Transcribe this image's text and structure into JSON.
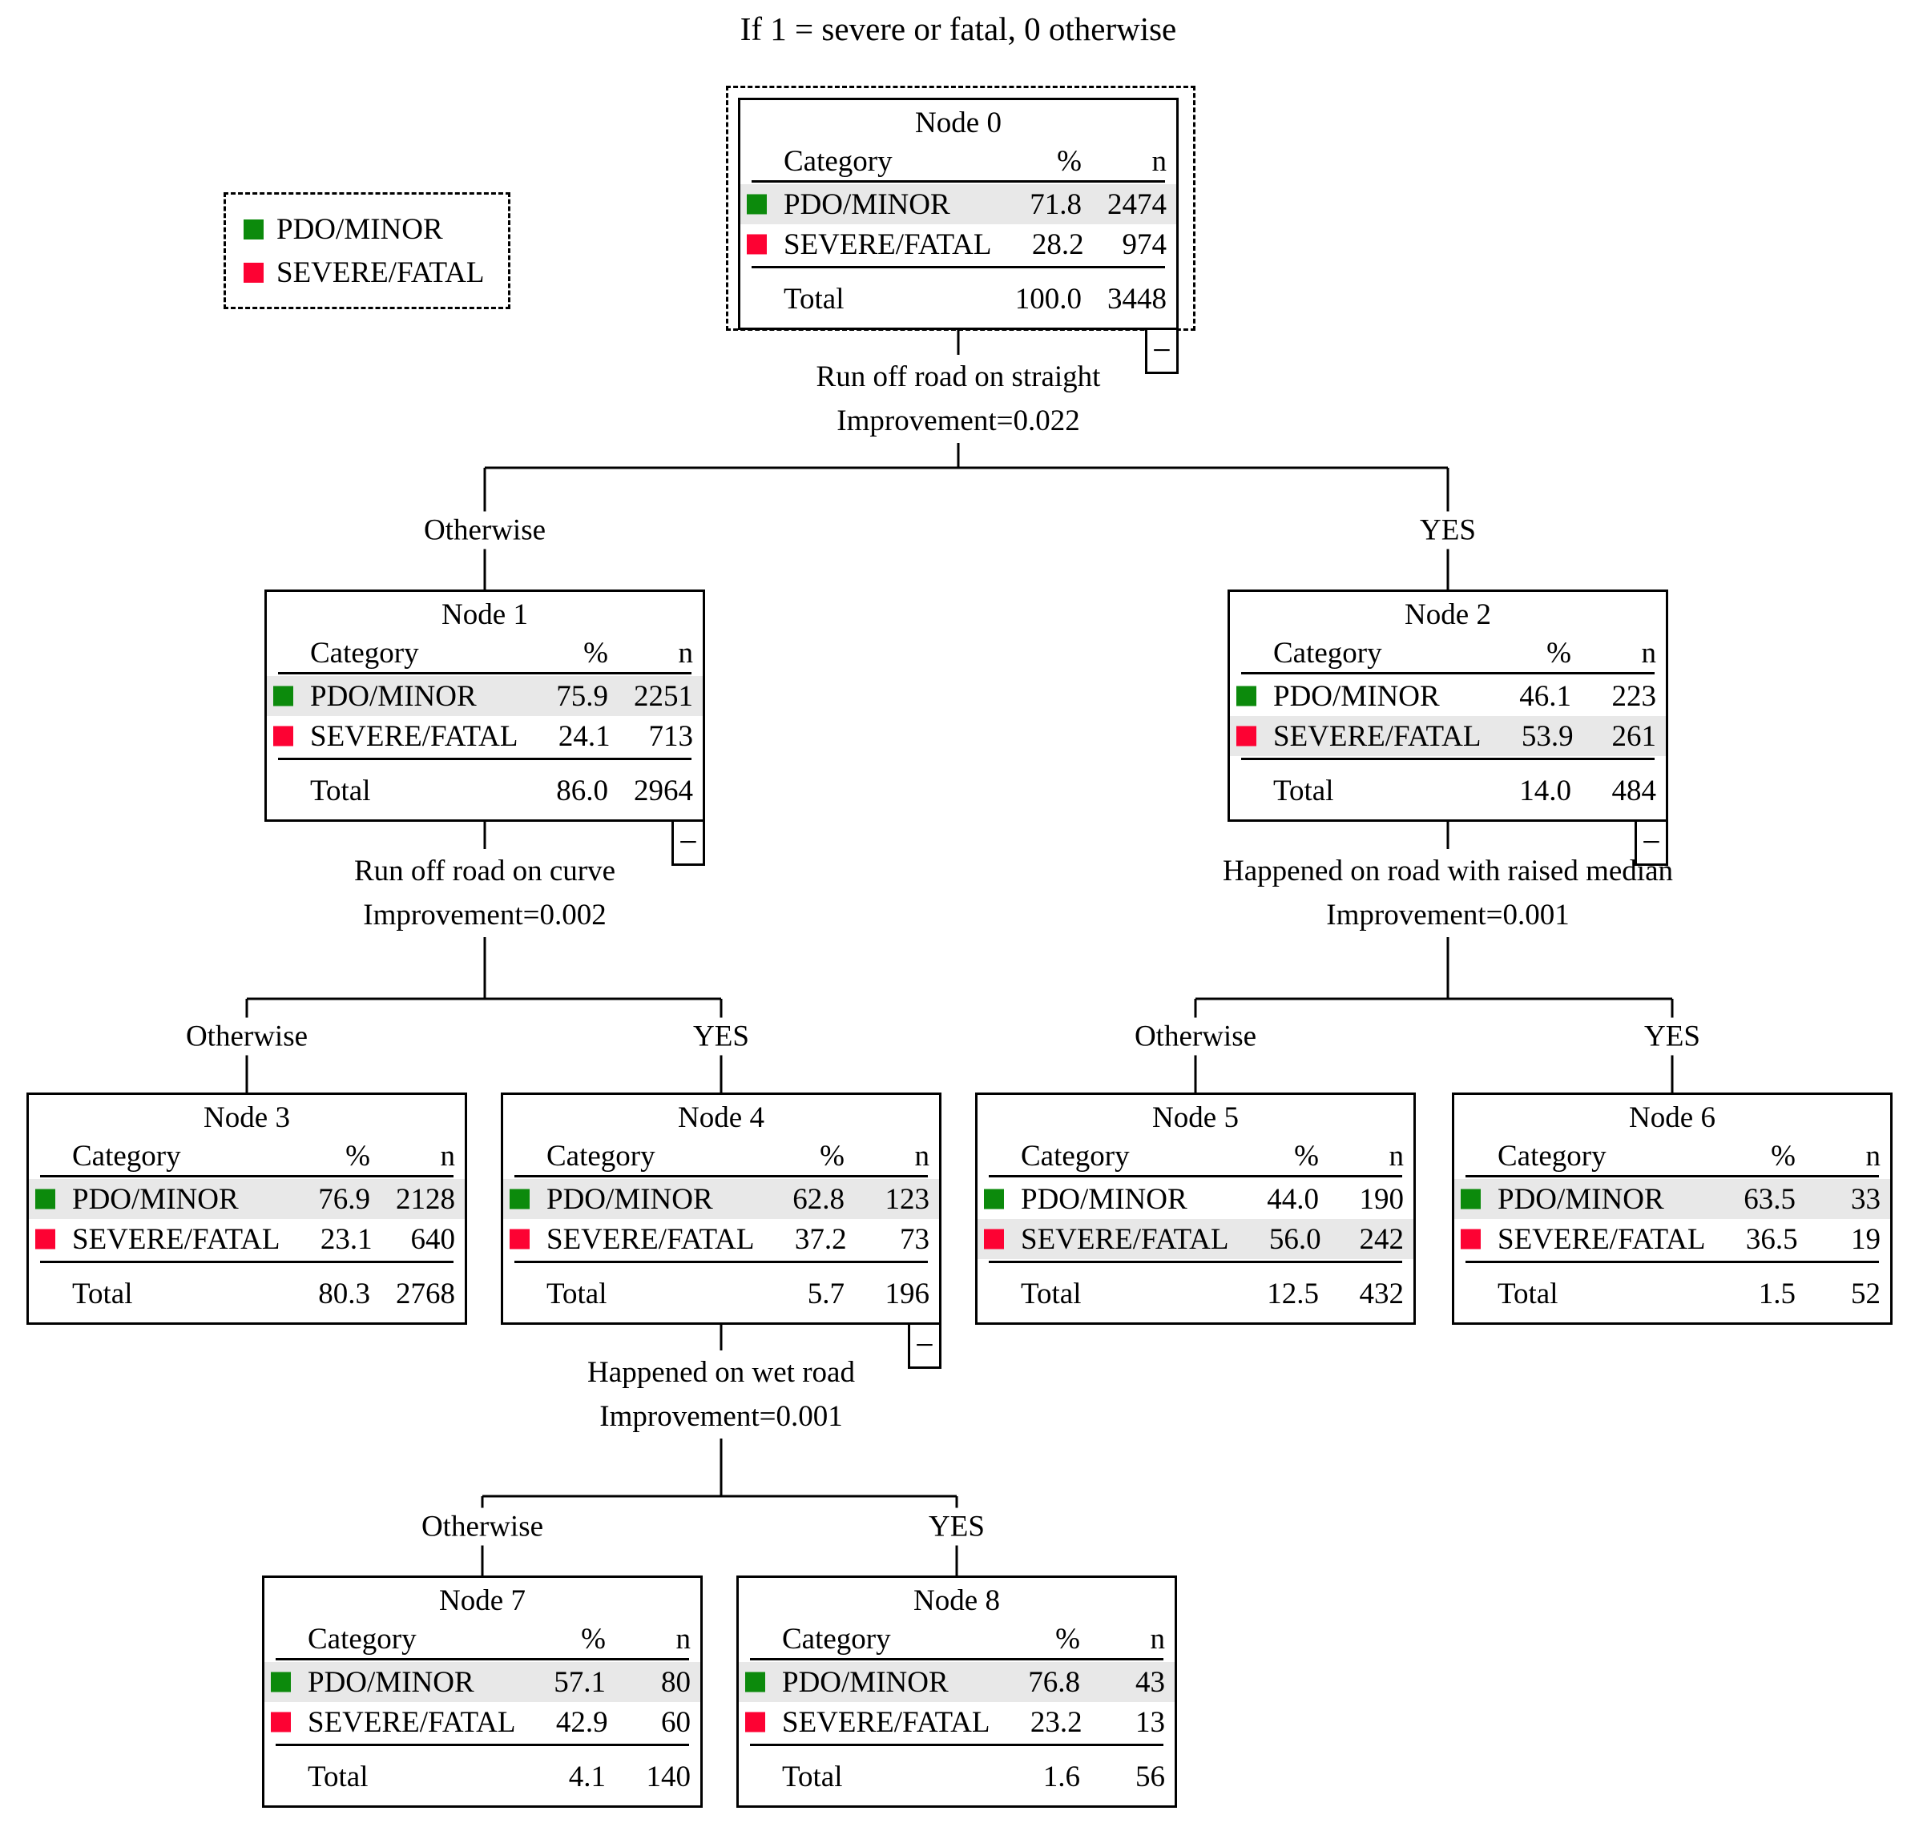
{
  "title": "If 1 = severe or fatal, 0 otherwise",
  "colors": {
    "pdo_minor": "#0C8A0C",
    "severe_fatal": "#FD0233",
    "row_highlight": "#E8E8E8"
  },
  "legend": {
    "items": [
      {
        "label": "PDO/MINOR"
      },
      {
        "label": "SEVERE/FATAL"
      }
    ]
  },
  "headers": {
    "category": "Category",
    "percent": "%",
    "n": "n",
    "total": "Total"
  },
  "ui": {
    "collapse_label": "−"
  },
  "branches": [
    {
      "label": "Otherwise"
    },
    {
      "label": "YES"
    },
    {
      "label": "Otherwise"
    },
    {
      "label": "YES"
    },
    {
      "label": "Otherwise"
    },
    {
      "label": "YES"
    },
    {
      "label": "Otherwise"
    },
    {
      "label": "YES"
    }
  ],
  "splits": [
    {
      "variable": "Run off road on straight",
      "improvement": "Improvement=0.022"
    },
    {
      "variable": "Run off road on curve",
      "improvement": "Improvement=0.002"
    },
    {
      "variable": "Happened on road with raised median",
      "improvement": "Improvement=0.001"
    },
    {
      "variable": "Happened on wet road",
      "improvement": "Improvement=0.001"
    }
  ],
  "nodes": [
    {
      "title": "Node 0",
      "rows": [
        {
          "category": "PDO/MINOR",
          "percent": "71.8",
          "n": "2474",
          "highlight": true
        },
        {
          "category": "SEVERE/FATAL",
          "percent": "28.2",
          "n": "974",
          "highlight": false
        }
      ],
      "total": {
        "percent": "100.0",
        "n": "3448"
      }
    },
    {
      "title": "Node 1",
      "rows": [
        {
          "category": "PDO/MINOR",
          "percent": "75.9",
          "n": "2251",
          "highlight": true
        },
        {
          "category": "SEVERE/FATAL",
          "percent": "24.1",
          "n": "713",
          "highlight": false
        }
      ],
      "total": {
        "percent": "86.0",
        "n": "2964"
      }
    },
    {
      "title": "Node 2",
      "rows": [
        {
          "category": "PDO/MINOR",
          "percent": "46.1",
          "n": "223",
          "highlight": false
        },
        {
          "category": "SEVERE/FATAL",
          "percent": "53.9",
          "n": "261",
          "highlight": true
        }
      ],
      "total": {
        "percent": "14.0",
        "n": "484"
      }
    },
    {
      "title": "Node 3",
      "rows": [
        {
          "category": "PDO/MINOR",
          "percent": "76.9",
          "n": "2128",
          "highlight": true
        },
        {
          "category": "SEVERE/FATAL",
          "percent": "23.1",
          "n": "640",
          "highlight": false
        }
      ],
      "total": {
        "percent": "80.3",
        "n": "2768"
      }
    },
    {
      "title": "Node 4",
      "rows": [
        {
          "category": "PDO/MINOR",
          "percent": "62.8",
          "n": "123",
          "highlight": true
        },
        {
          "category": "SEVERE/FATAL",
          "percent": "37.2",
          "n": "73",
          "highlight": false
        }
      ],
      "total": {
        "percent": "5.7",
        "n": "196"
      }
    },
    {
      "title": "Node 5",
      "rows": [
        {
          "category": "PDO/MINOR",
          "percent": "44.0",
          "n": "190",
          "highlight": false
        },
        {
          "category": "SEVERE/FATAL",
          "percent": "56.0",
          "n": "242",
          "highlight": true
        }
      ],
      "total": {
        "percent": "12.5",
        "n": "432"
      }
    },
    {
      "title": "Node 6",
      "rows": [
        {
          "category": "PDO/MINOR",
          "percent": "63.5",
          "n": "33",
          "highlight": true
        },
        {
          "category": "SEVERE/FATAL",
          "percent": "36.5",
          "n": "19",
          "highlight": false
        }
      ],
      "total": {
        "percent": "1.5",
        "n": "52"
      }
    },
    {
      "title": "Node 7",
      "rows": [
        {
          "category": "PDO/MINOR",
          "percent": "57.1",
          "n": "80",
          "highlight": true
        },
        {
          "category": "SEVERE/FATAL",
          "percent": "42.9",
          "n": "60",
          "highlight": false
        }
      ],
      "total": {
        "percent": "4.1",
        "n": "140"
      }
    },
    {
      "title": "Node 8",
      "rows": [
        {
          "category": "PDO/MINOR",
          "percent": "76.8",
          "n": "43",
          "highlight": true
        },
        {
          "category": "SEVERE/FATAL",
          "percent": "23.2",
          "n": "13",
          "highlight": false
        }
      ],
      "total": {
        "percent": "1.6",
        "n": "56"
      }
    }
  ]
}
